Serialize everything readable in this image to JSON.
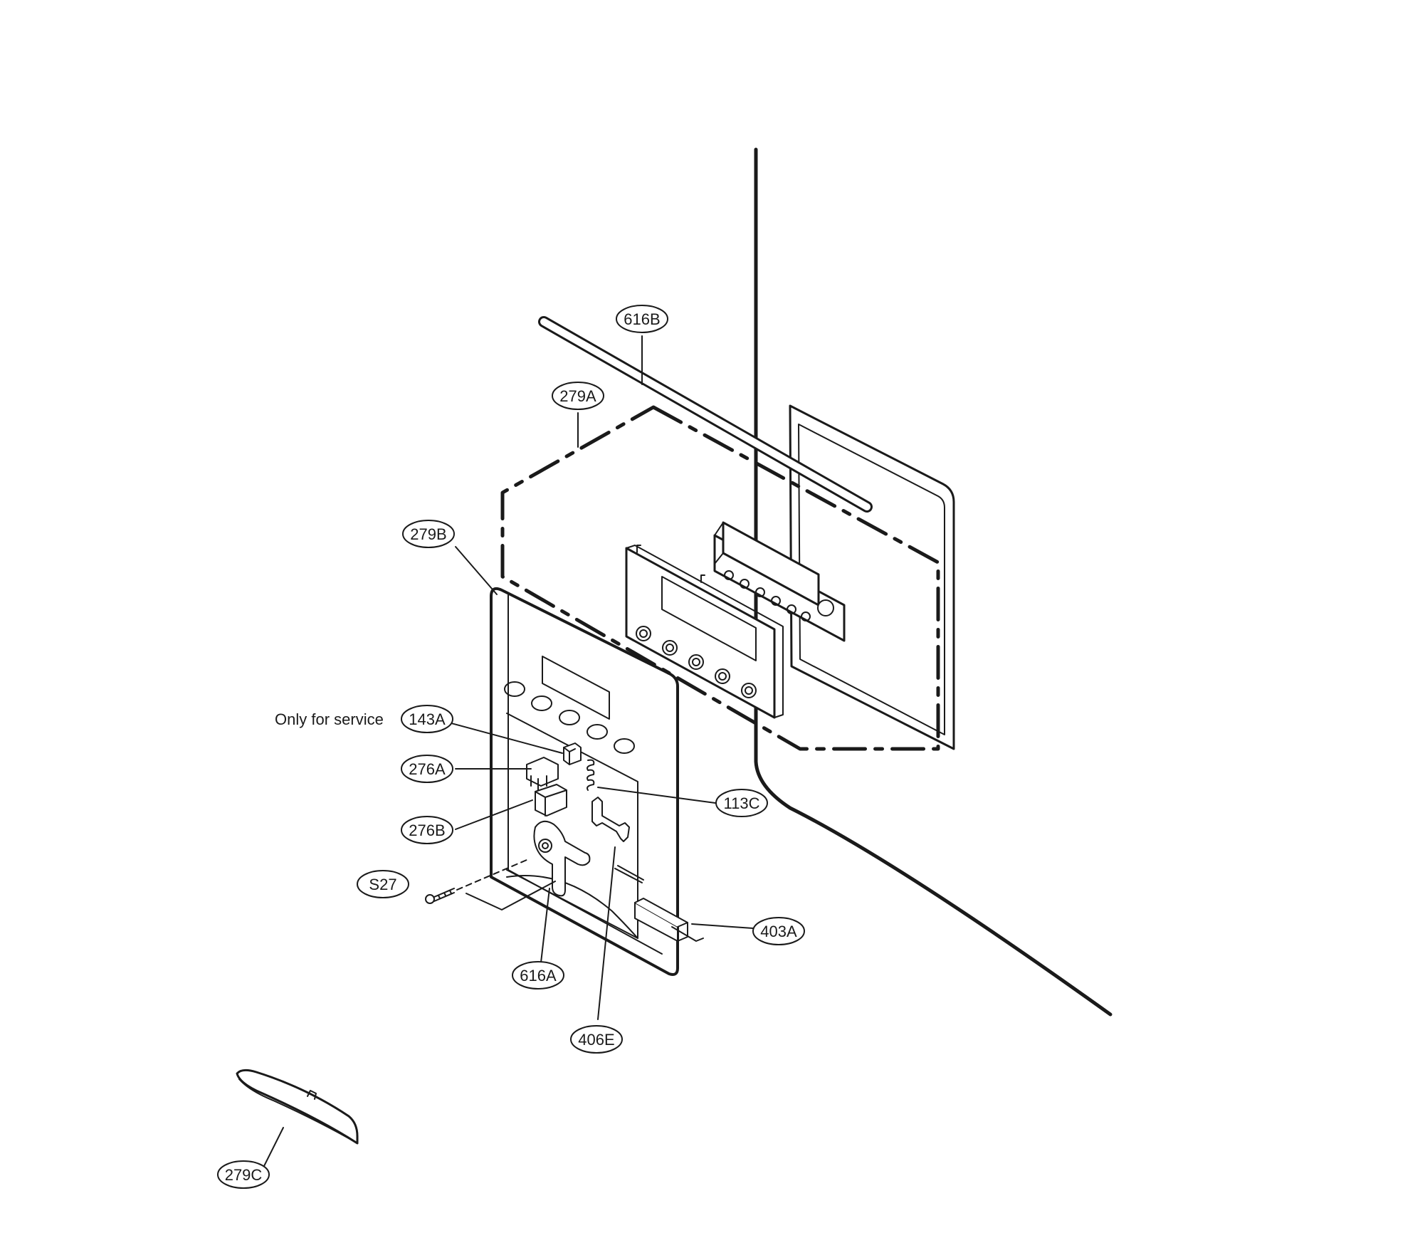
{
  "note": "Only for service",
  "callouts": {
    "c616B": "616B",
    "c279A": "279A",
    "c279B": "279B",
    "c143A": "143A",
    "c276A": "276A",
    "c113C": "113C",
    "c276B": "276B",
    "cS27": "S27",
    "c403A": "403A",
    "c616A": "616A",
    "c406E": "406E",
    "c279C": "279C"
  }
}
